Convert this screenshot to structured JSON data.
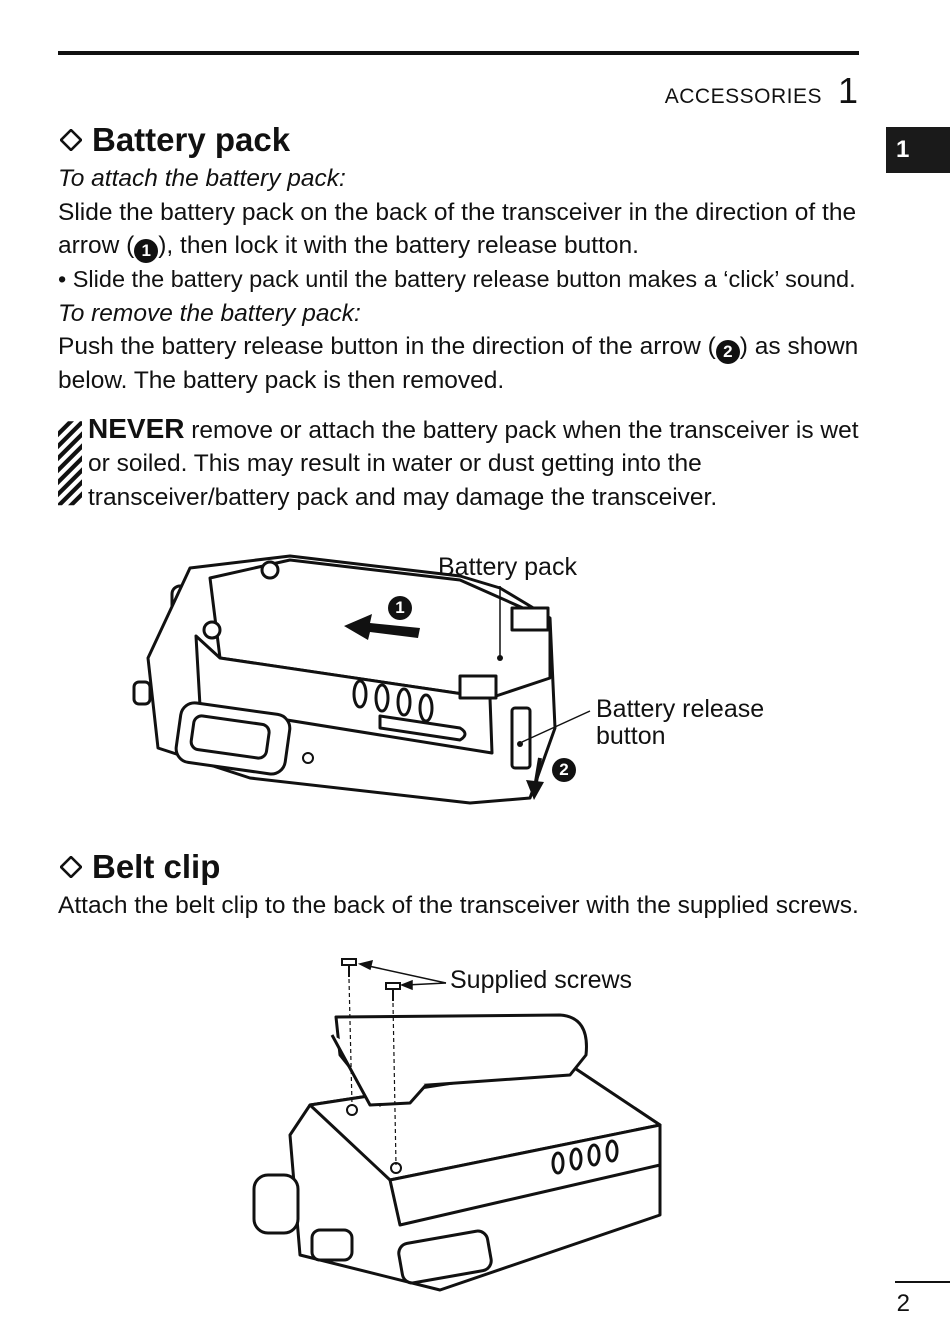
{
  "header": {
    "section_name": "ACCESSORIES",
    "chapter_number": "1"
  },
  "side_tab": "1",
  "battery": {
    "title": "Battery pack",
    "attach_heading": "To attach the battery pack:",
    "attach_text_a": "Slide the battery pack on the back of the transceiver in the direction of the arrow (",
    "attach_marker": "1",
    "attach_text_b": "), then lock it with the battery release button.",
    "attach_bullet": "• Slide the battery pack until the battery release button makes a ‘click’ sound.",
    "remove_heading": "To remove the battery pack:",
    "remove_text_a": "Push the battery release button in the direction of the arrow (",
    "remove_marker": "2",
    "remove_text_b": ") as shown below. The battery pack is then removed.",
    "caution_strong": "NEVER",
    "caution_text": " remove or attach the battery pack when the transceiver is wet or soiled. This may result in water or dust getting into the transceiver/battery pack and may damage the transceiver."
  },
  "figure1": {
    "label_battery_pack": "Battery pack",
    "label_release_1": "Battery release",
    "label_release_2": "button",
    "marker_1": "1",
    "marker_2": "2"
  },
  "belt": {
    "title": "Belt clip",
    "text": "Attach the belt clip to the back of the transceiver with the supplied screws."
  },
  "figure2": {
    "label_screws": "Supplied screws"
  },
  "page_number": "2"
}
